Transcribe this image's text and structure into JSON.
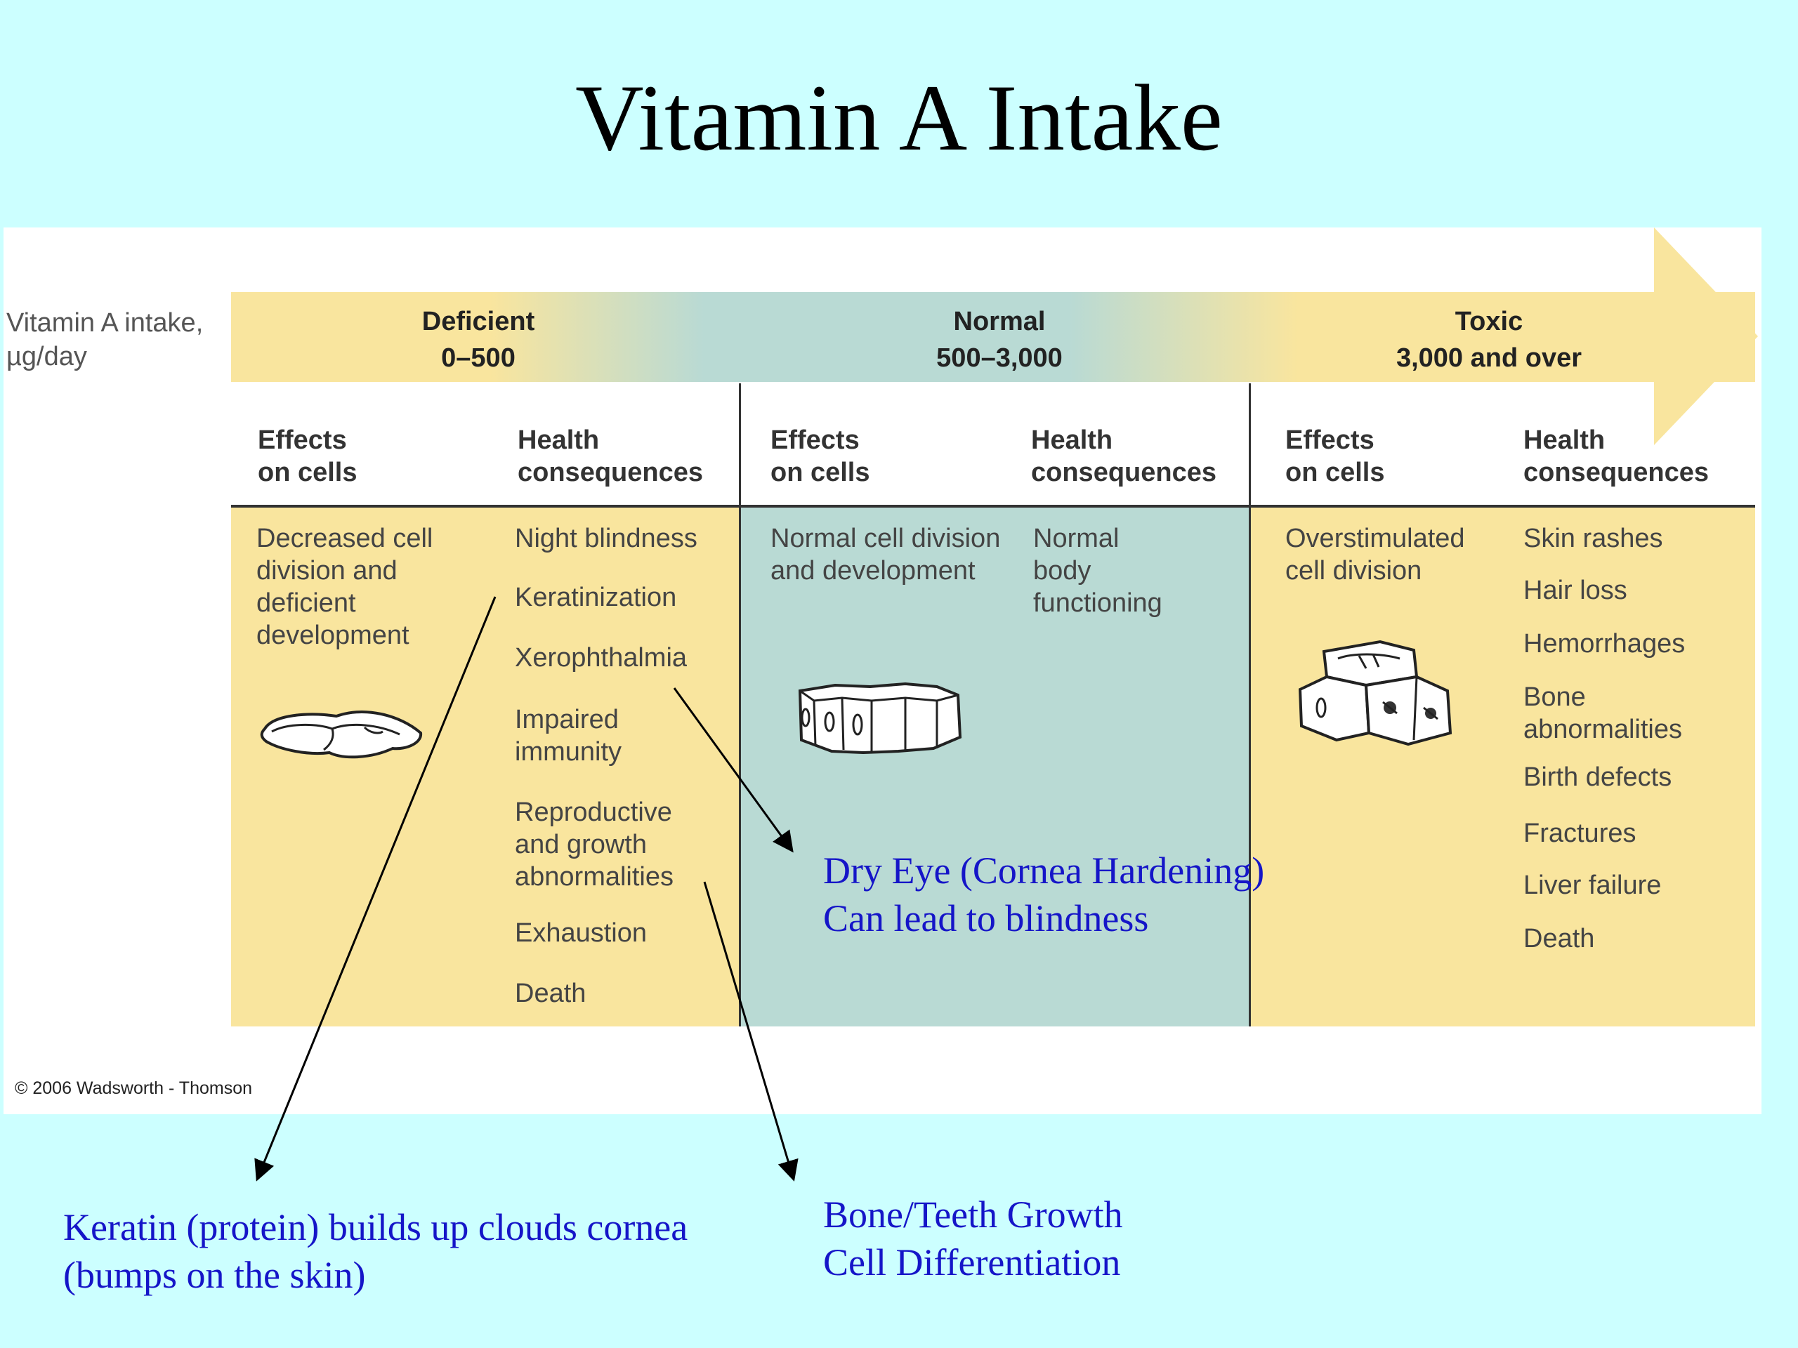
{
  "title": "Vitamin A Intake",
  "figure": {
    "intake_label": [
      "Vitamin A intake,",
      "µg/day"
    ],
    "ranges": [
      {
        "name": "Deficient",
        "range": "0–500"
      },
      {
        "name": "Normal",
        "range": "500–3,000"
      },
      {
        "name": "Toxic",
        "range": "3,000 and over"
      }
    ],
    "column_headers": {
      "effects": [
        "Effects",
        "on cells"
      ],
      "health": [
        "Health",
        "consequences"
      ]
    },
    "deficient": {
      "effects": [
        "Decreased cell",
        "division and",
        "deficient",
        "development"
      ],
      "consequences": [
        [
          "Night blindness"
        ],
        [
          "Keratinization"
        ],
        [
          "Xerophthalmia"
        ],
        [
          "Impaired",
          "immunity"
        ],
        [
          "Reproductive",
          "and growth",
          "abnormalities"
        ],
        [
          "Exhaustion"
        ],
        [
          "Death"
        ]
      ]
    },
    "normal": {
      "effects": [
        "Normal cell division",
        "and development"
      ],
      "consequences": [
        "Normal",
        "body",
        "functioning"
      ]
    },
    "toxic": {
      "effects": [
        "Overstimulated",
        "cell division"
      ],
      "consequences": [
        [
          "Skin rashes"
        ],
        [
          "Hair loss"
        ],
        [
          "Hemorrhages"
        ],
        [
          "Bone",
          "abnormalities"
        ],
        [
          "Birth defects"
        ],
        [
          "Fractures"
        ],
        [
          "Liver failure"
        ],
        [
          "Death"
        ]
      ]
    },
    "copyright": "© 2006 Wadsworth - Thomson"
  },
  "annotations": {
    "dry_eye": [
      "Dry Eye (Cornea Hardening)",
      "Can lead to blindness"
    ],
    "keratin": [
      "Keratin (protein) builds up clouds cornea",
      "(bumps on the skin)"
    ],
    "bone": [
      "Bone/Teeth Growth",
      "Cell Differentiation"
    ]
  },
  "colors": {
    "background": "#ccffff",
    "deficient_fill": "#f9e59e",
    "normal_fill": "#b9dad4",
    "annotation_text": "#1515c8"
  }
}
